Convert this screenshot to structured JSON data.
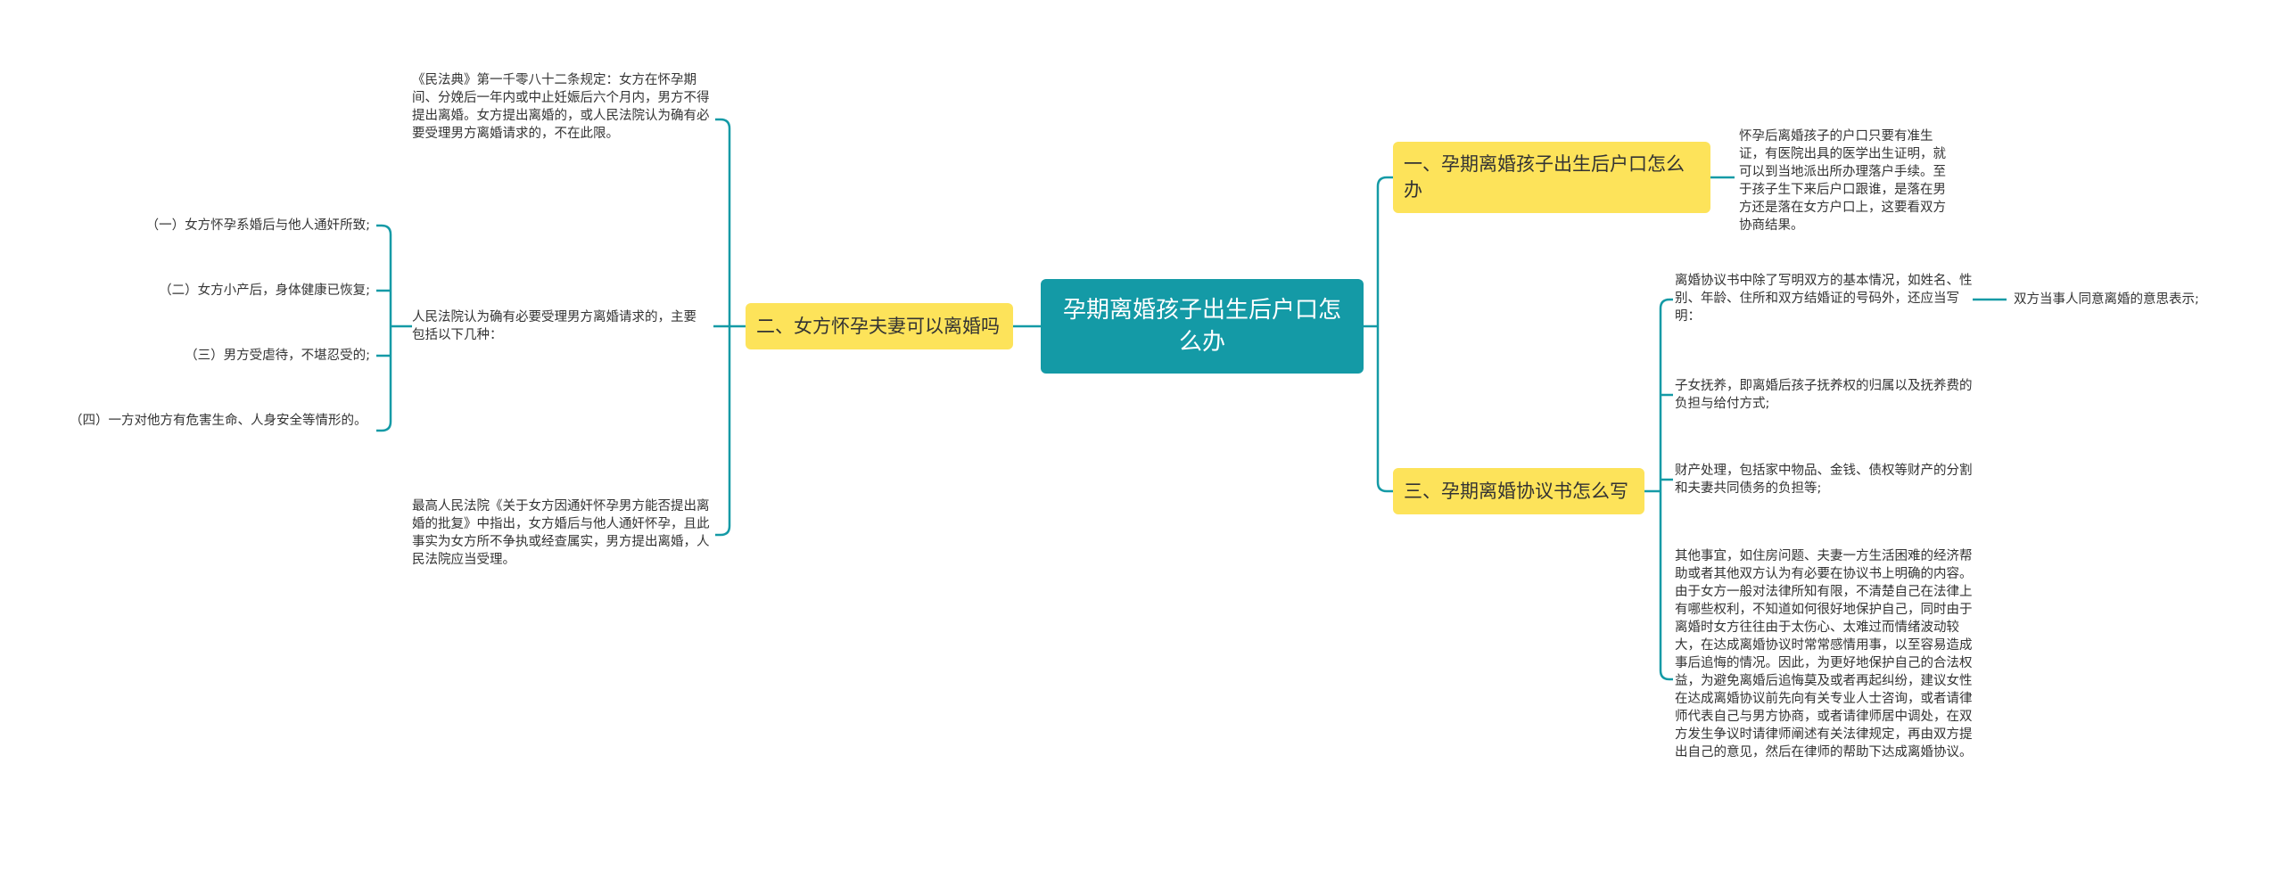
{
  "root": {
    "label": "孕期离婚孩子出生后户口怎么办"
  },
  "branches": {
    "b1": {
      "label": "一、孕期离婚孩子出生后户口怎么办"
    },
    "b2": {
      "label": "二、女方怀孕夫妻可以离婚吗"
    },
    "b3": {
      "label": "三、孕期离婚协议书怎么写"
    }
  },
  "leaves": {
    "b1_note": "怀孕后离婚孩子的户口只要有准生证，有医院出具的医学出生证明，就可以到当地派出所办理落户手续。至于孩子生下来后户口跟谁，是落在男方还是落在女方户口上，这要看双方协商结果。",
    "b2_civil_code": "《民法典》第一千零八十二条规定：女方在怀孕期间、分娩后一年内或中止妊娠后六个月内，男方不得提出离婚。女方提出离婚的，或人民法院认为确有必要受理男方离婚请求的，不在此限。",
    "b2_court": "人民法院认为确有必要受理男方离婚请求的，主要包括以下几种：",
    "b2_case1": "（一）女方怀孕系婚后与他人通奸所致;",
    "b2_case2": "（二）女方小产后，身体健康已恢复;",
    "b2_case3": "（三）男方受虐待，不堪忍受的;",
    "b2_case4": "（四）一方对他方有危害生命、人身安全等情形的。",
    "b2_supreme": "最高人民法院《关于女方因通奸怀孕男方能否提出离婚的批复》中指出，女方婚后与他人通奸怀孕，且此事实为女方所不争执或经查属实，男方提出离婚，人民法院应当受理。",
    "b3_basic": "离婚协议书中除了写明双方的基本情况，如姓名、性别、年龄、住所和双方结婚证的号码外，还应当写明：",
    "b3_consent": "双方当事人同意离婚的意思表示;",
    "b3_child": "子女抚养，即离婚后孩子抚养权的归属以及抚养费的负担与给付方式;",
    "b3_property": "财产处理，包括家中物品、金钱、债权等财产的分割和夫妻共同债务的负担等;",
    "b3_other": "其他事宜，如住房问题、夫妻一方生活困难的经济帮助或者其他双方认为有必要在协议书上明确的内容。由于女方一般对法律所知有限，不清楚自己在法律上有哪些权利，不知道如何很好地保护自己，同时由于离婚时女方往往由于太伤心、太难过而情绪波动较大，在达成离婚协议时常常感情用事，以至容易造成事后追悔的情况。因此，为更好地保护自己的合法权益，为避免离婚后追悔莫及或者再起纠纷，建议女性在达成离婚协议前先向有关专业人士咨询，或者请律师代表自己与男方协商，或者请律师居中调处，在双方发生争议时请律师阐述有关法律规定，再由双方提出自己的意见，然后在律师的帮助下达成离婚协议。"
  },
  "colors": {
    "root": "#149aa6",
    "branch": "#fde35a",
    "line": "#149aa6",
    "text": "#333333"
  }
}
